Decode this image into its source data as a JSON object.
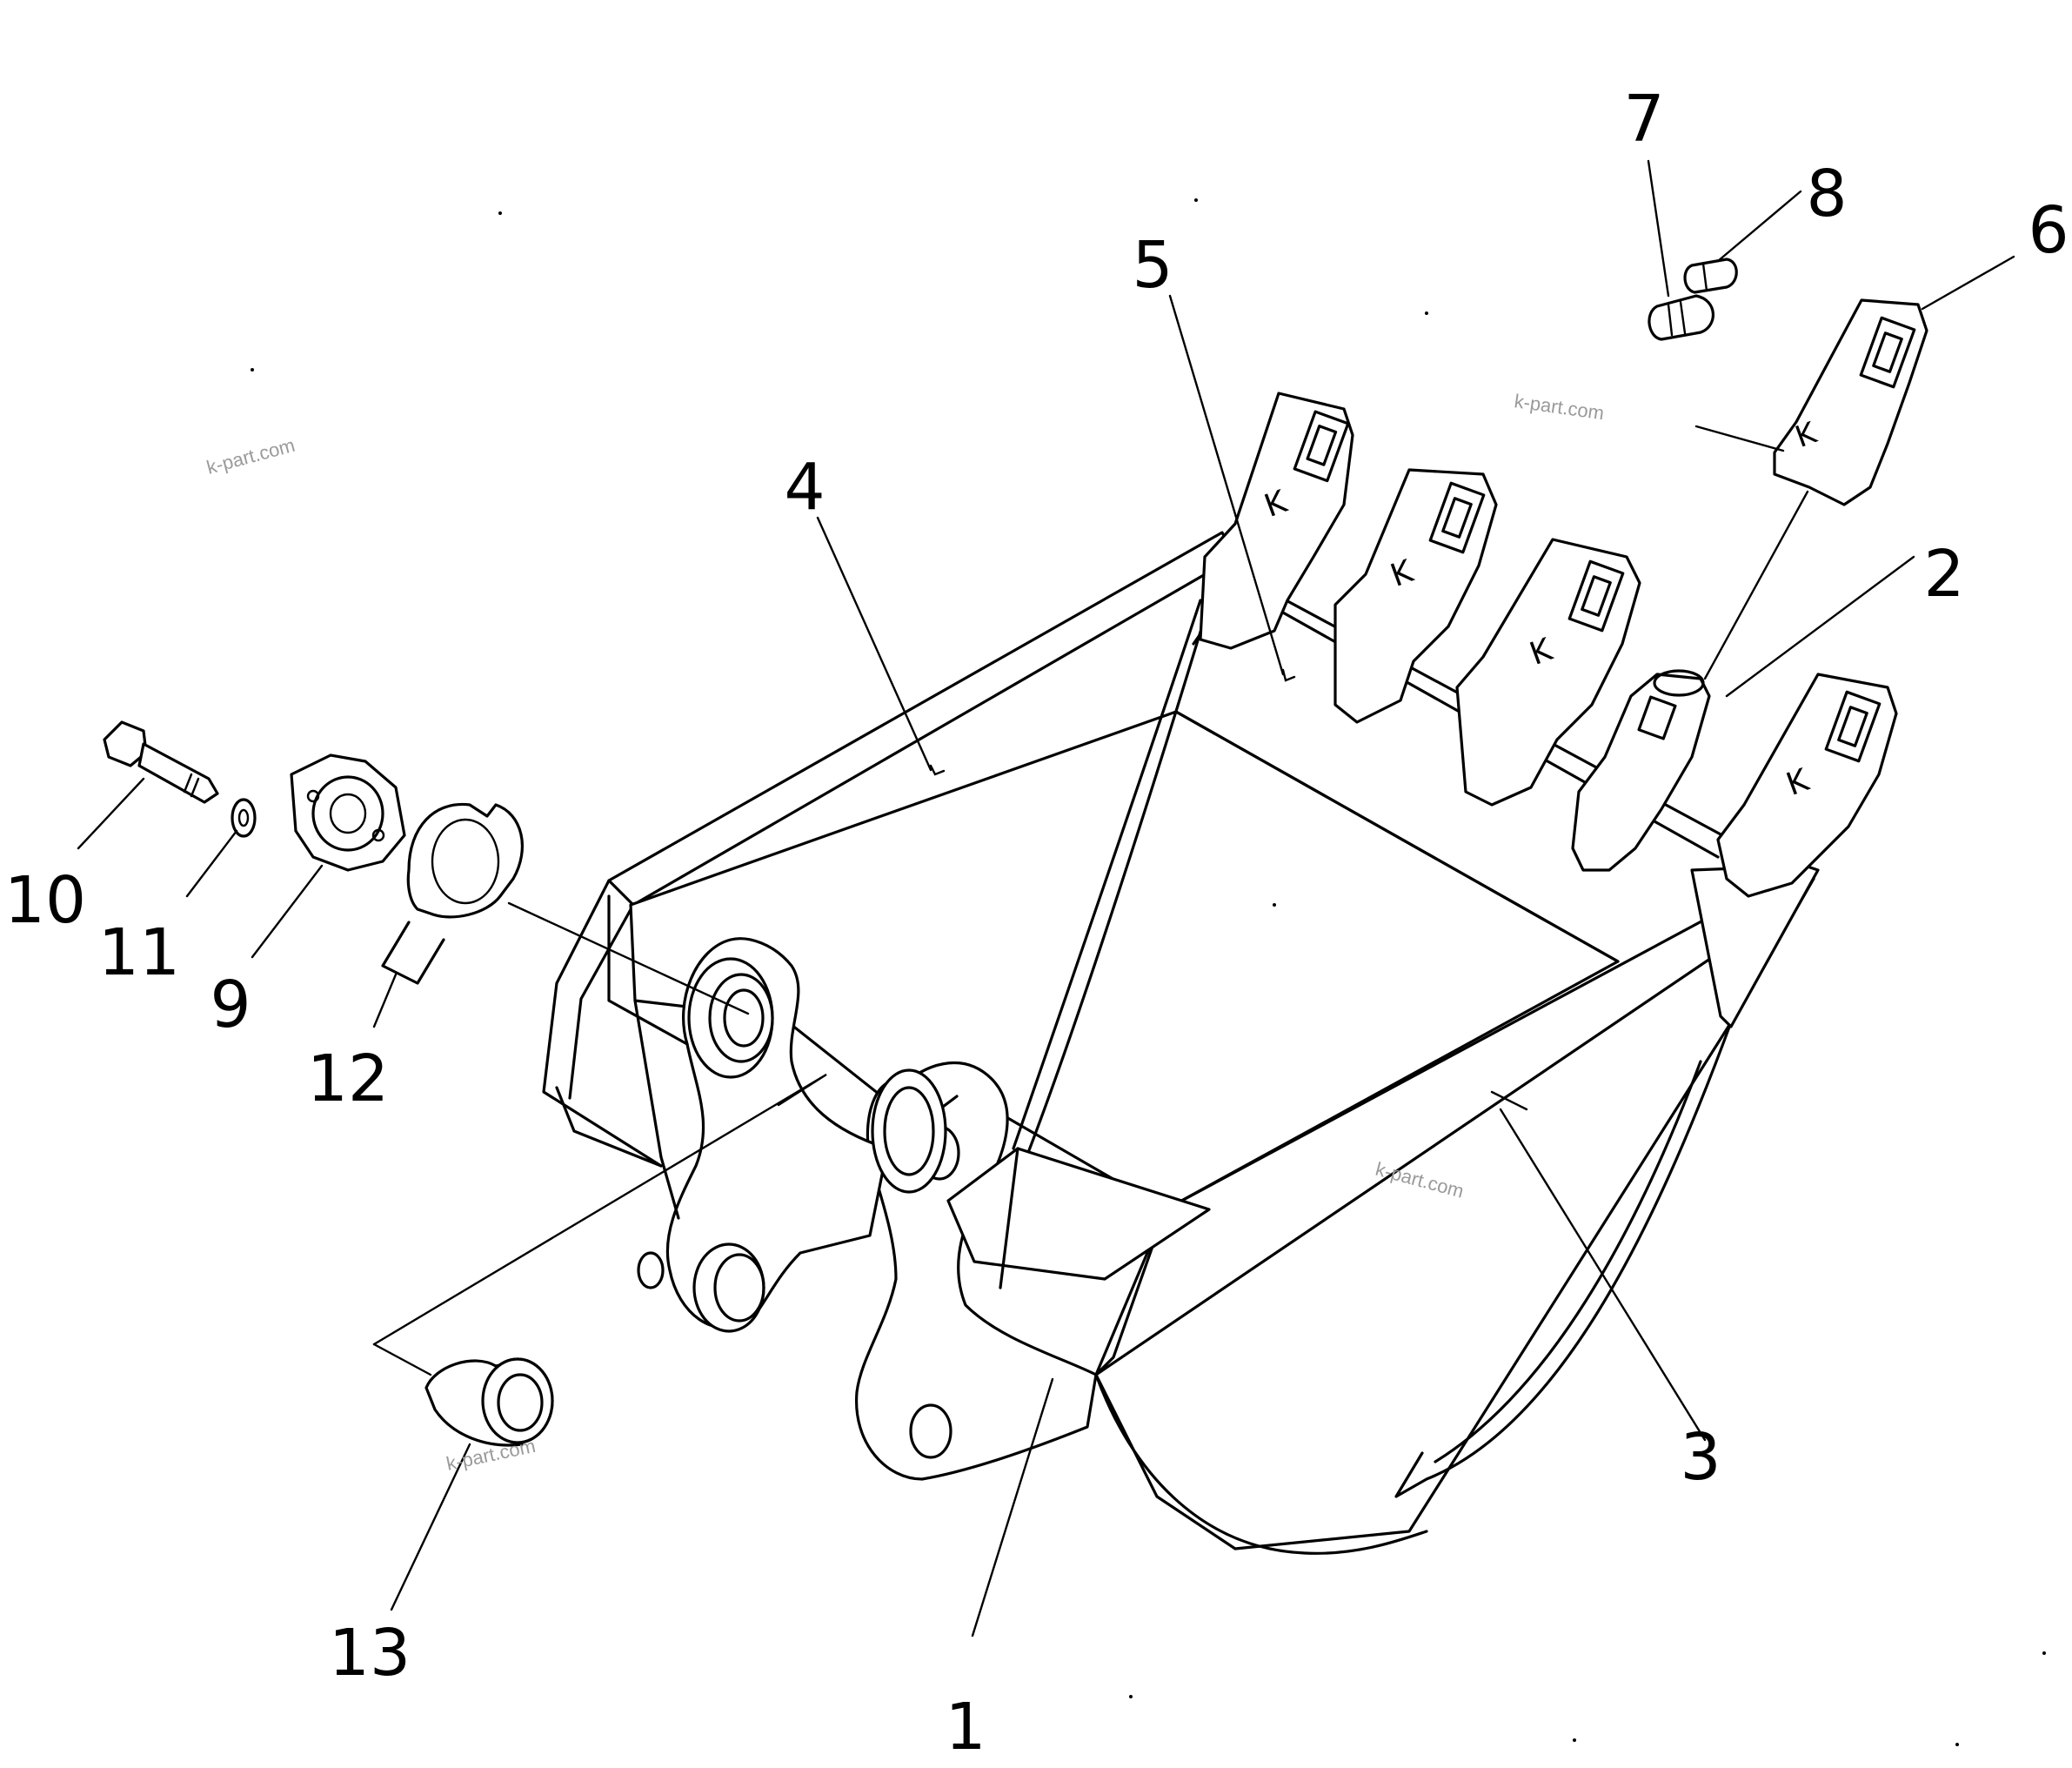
{
  "callouts": [
    "1",
    "2",
    "3",
    "4",
    "5",
    "6",
    "7",
    "8",
    "9",
    "10",
    "11",
    "12",
    "13"
  ],
  "watermark": {
    "text": "k-part.com",
    "color": "#9a9a9a"
  },
  "colors": {
    "line": "#000000",
    "background": "#ffffff"
  }
}
